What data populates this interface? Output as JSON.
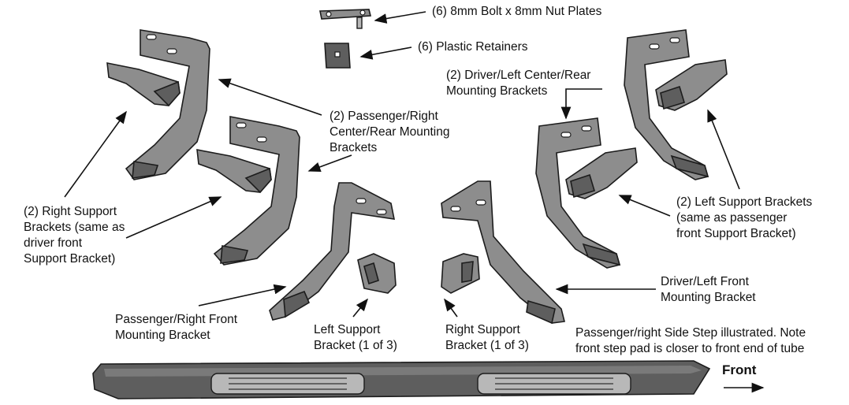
{
  "labels": {
    "bolt_plates": "(6) 8mm Bolt x 8mm Nut Plates",
    "retainers": "(6) Plastic Retainers",
    "driver_center_rear": [
      "(2) Driver/Left Center/Rear",
      "Mounting Brackets"
    ],
    "passenger_center_rear": [
      "(2) Passenger/Right",
      "Center/Rear Mounting",
      "Brackets"
    ],
    "right_support": [
      "(2) Right Support",
      "Brackets (same as",
      "driver front",
      "Support Bracket)"
    ],
    "left_support": [
      "(2) Left Support Brackets",
      "(same as passenger",
      "front Support Bracket)"
    ],
    "driver_front": [
      "Driver/Left Front",
      "Mounting Bracket"
    ],
    "passenger_front": [
      "Passenger/Right Front",
      "Mounting Bracket"
    ],
    "left_support_one": [
      "Left Support",
      "Bracket (1 of 3)"
    ],
    "right_support_one": [
      "Right Support",
      "Bracket (1 of 3)"
    ],
    "note": [
      "Passenger/right Side Step illustrated. Note",
      "front step pad is closer to front end of tube"
    ],
    "front": "Front"
  },
  "colors": {
    "metal": "#8d8d8d",
    "metal_dark": "#5e5e5e",
    "ink": "#111111"
  }
}
